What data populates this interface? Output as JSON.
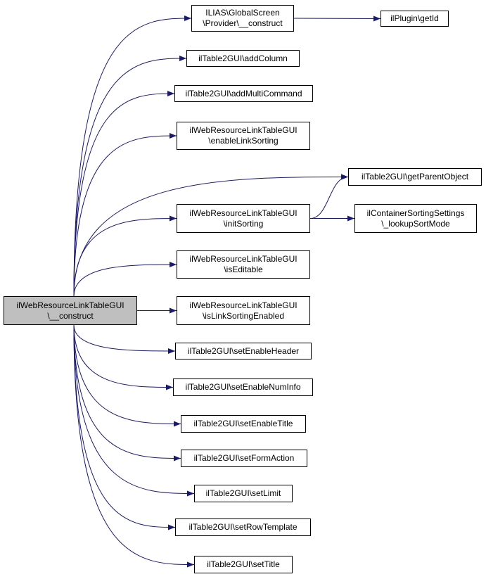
{
  "colors": {
    "edge": "#191970",
    "root_fill": "#bfbfbf",
    "node_fill": "#ffffff",
    "border": "#000000"
  },
  "nodes": {
    "root": {
      "line1": "ilWebResourceLinkTableGUI",
      "line2": "\\__construct"
    },
    "ilias_provider_construct": {
      "line1": "ILIAS\\GlobalScreen",
      "line2": "\\Provider\\__construct"
    },
    "ilplugin_getid": {
      "line1": "ilPlugin\\getId"
    },
    "addcolumn": {
      "line1": "ilTable2GUI\\addColumn"
    },
    "addmulticommand": {
      "line1": "ilTable2GUI\\addMultiCommand"
    },
    "enablelinksorting": {
      "line1": "ilWebResourceLinkTableGUI",
      "line2": "\\enableLinkSorting"
    },
    "getparentobject": {
      "line1": "ilTable2GUI\\getParentObject"
    },
    "initsorting": {
      "line1": "ilWebResourceLinkTableGUI",
      "line2": "\\initSorting"
    },
    "lookupsortmode": {
      "line1": "ilContainerSortingSettings",
      "line2": "\\_lookupSortMode"
    },
    "iseditable": {
      "line1": "ilWebResourceLinkTableGUI",
      "line2": "\\isEditable"
    },
    "islinksortingenabled": {
      "line1": "ilWebResourceLinkTableGUI",
      "line2": "\\isLinkSortingEnabled"
    },
    "setenableheader": {
      "line1": "ilTable2GUI\\setEnableHeader"
    },
    "setenablenuminfo": {
      "line1": "ilTable2GUI\\setEnableNumInfo"
    },
    "setenabletitle": {
      "line1": "ilTable2GUI\\setEnableTitle"
    },
    "setformaction": {
      "line1": "ilTable2GUI\\setFormAction"
    },
    "setlimit": {
      "line1": "ilTable2GUI\\setLimit"
    },
    "setrowtemplate": {
      "line1": "ilTable2GUI\\setRowTemplate"
    },
    "settitle": {
      "line1": "ilTable2GUI\\setTitle"
    }
  },
  "edges": [
    {
      "from": "root",
      "to": "ilias_provider_construct"
    },
    {
      "from": "ilias_provider_construct",
      "to": "ilplugin_getid"
    },
    {
      "from": "root",
      "to": "addcolumn"
    },
    {
      "from": "root",
      "to": "addmulticommand"
    },
    {
      "from": "root",
      "to": "enablelinksorting"
    },
    {
      "from": "root",
      "to": "getparentobject"
    },
    {
      "from": "root",
      "to": "initsorting"
    },
    {
      "from": "initsorting",
      "to": "getparentobject"
    },
    {
      "from": "initsorting",
      "to": "lookupsortmode"
    },
    {
      "from": "root",
      "to": "iseditable"
    },
    {
      "from": "root",
      "to": "islinksortingenabled"
    },
    {
      "from": "root",
      "to": "setenableheader"
    },
    {
      "from": "root",
      "to": "setenablenuminfo"
    },
    {
      "from": "root",
      "to": "setenabletitle"
    },
    {
      "from": "root",
      "to": "setformaction"
    },
    {
      "from": "root",
      "to": "setlimit"
    },
    {
      "from": "root",
      "to": "setrowtemplate"
    },
    {
      "from": "root",
      "to": "settitle"
    }
  ]
}
